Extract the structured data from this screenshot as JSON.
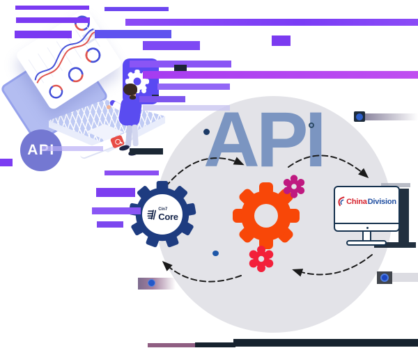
{
  "illustration": {
    "api_watermark": "API",
    "badge_label": "API"
  },
  "partners": {
    "cin7": {
      "name_small": "Cin7",
      "name_main": "Core"
    },
    "chinadivision": {
      "name_first": "China",
      "name_second": "Division"
    }
  },
  "colors": {
    "api_watermark": "#7b95c1",
    "backdrop_circle": "#e3e3e8",
    "cin7_gear": "#1e3c80",
    "cin7_text": "#15254a",
    "gear_orange": "#f84708",
    "gear_magenta": "#bf1980",
    "gear_red": "#f3203a",
    "china_red": "#d6232e",
    "division_blue": "#1e4da0",
    "api_badge": "#7478d2",
    "figure_purple": "#5a4cf0",
    "glitch_purple": "#7a3af2",
    "arrow_black": "#1a1a1a"
  },
  "icons": {
    "gear_center_large": "gear-8-tooth-orange",
    "gear_small_top": "gear-6-tooth-magenta",
    "gear_small_bottom": "gear-6-tooth-red",
    "cin7_gear_ring": "gear-ring-navy",
    "white_process_gear": "gear-8-tooth-white",
    "monitor": "desktop-monitor",
    "laptop_dashboard": "laptop-analytics",
    "magnifier": "magnifying-glass",
    "swoosh": "chinadivision-swoosh"
  }
}
